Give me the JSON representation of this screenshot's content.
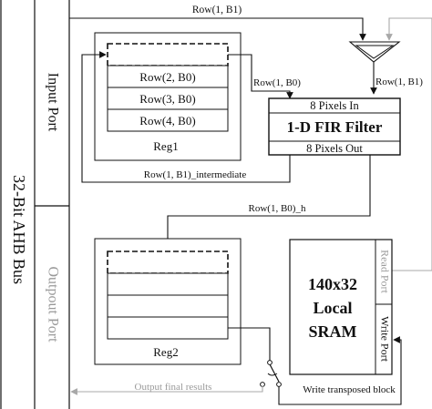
{
  "bus": {
    "label": "32-Bit AHB Bus",
    "input_port": "Input Port",
    "output_port": "Outpout Port"
  },
  "signals": {
    "row1_b1_top": "Row(1, B1)",
    "row1_b0": "Row(1, B0)",
    "row1_b1_right": "Row(1, B1)",
    "row1_b1_intermediate": "Row(1, B1)_intermediate",
    "row1_b0_h": "Row(1, B0)_h",
    "output_final_results": "Output final results",
    "write_transposed_block": "Write transposed block"
  },
  "reg1": {
    "label": "Reg1",
    "rows": [
      "Row(2, B0)",
      "Row(3, B0)",
      "Row(4, B0)"
    ]
  },
  "fir": {
    "pixels_in": "8 Pixels In",
    "title": "1-D FIR Filter",
    "pixels_out": "8 Pixels Out"
  },
  "reg2": {
    "label": "Reg2"
  },
  "sram": {
    "title_line1": "140x32",
    "title_line2": "Local",
    "title_line3": "SRAM",
    "read_port": "Read Port",
    "write_port": "Write Port"
  },
  "colors": {
    "line": "#111111",
    "gray": "#a8a8a8",
    "gray_text": "#9a9a9a"
  }
}
